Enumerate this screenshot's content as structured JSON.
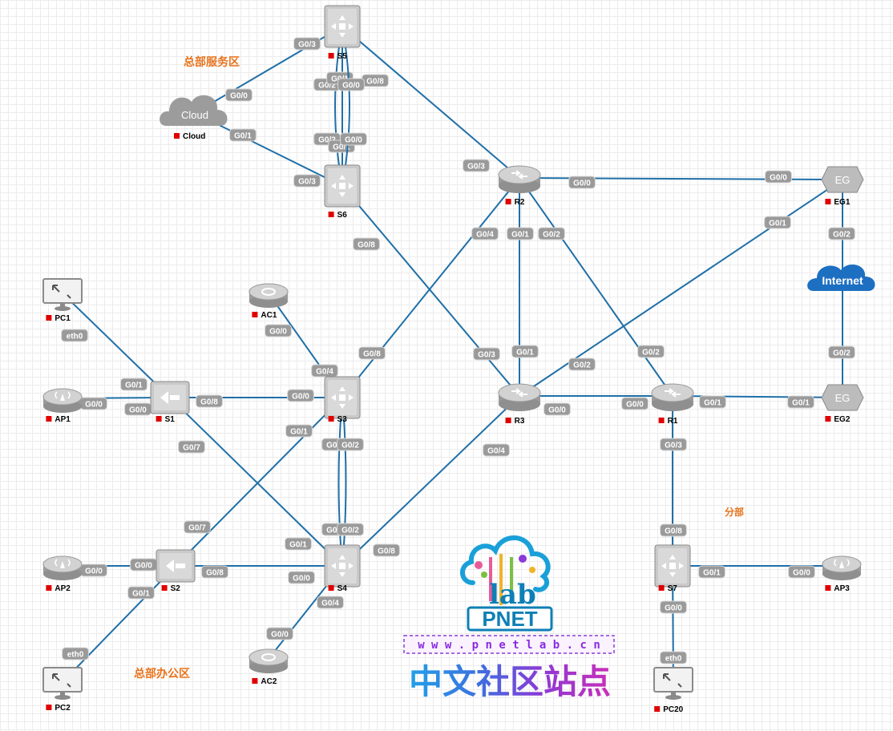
{
  "areas": {
    "hq_server": "总部服务区",
    "hq_office": "总部办公区",
    "branch": "分部"
  },
  "nodes": [
    {
      "id": "S5",
      "label": "S5",
      "type": "switch-l3"
    },
    {
      "id": "S6",
      "label": "S6",
      "type": "switch-l3"
    },
    {
      "id": "Cloud",
      "label": "Cloud",
      "type": "cloud",
      "text": "Cloud"
    },
    {
      "id": "R2",
      "label": "R2",
      "type": "router"
    },
    {
      "id": "R3",
      "label": "R3",
      "type": "router"
    },
    {
      "id": "R1",
      "label": "R1",
      "type": "router"
    },
    {
      "id": "EG1",
      "label": "EG1",
      "type": "gateway",
      "text": "EG"
    },
    {
      "id": "EG2",
      "label": "EG2",
      "type": "gateway",
      "text": "EG"
    },
    {
      "id": "Internet",
      "label": "",
      "type": "cloud-blue",
      "text": "Internet"
    },
    {
      "id": "PC1",
      "label": "PC1",
      "type": "pc"
    },
    {
      "id": "PC2",
      "label": "PC2",
      "type": "pc"
    },
    {
      "id": "PC20",
      "label": "PC20",
      "type": "pc"
    },
    {
      "id": "AP1",
      "label": "AP1",
      "type": "ap"
    },
    {
      "id": "AP2",
      "label": "AP2",
      "type": "ap"
    },
    {
      "id": "AP3",
      "label": "AP3",
      "type": "ap"
    },
    {
      "id": "AC1",
      "label": "AC1",
      "type": "ac"
    },
    {
      "id": "AC2",
      "label": "AC2",
      "type": "ac"
    },
    {
      "id": "S1",
      "label": "S1",
      "type": "switch-l2"
    },
    {
      "id": "S2",
      "label": "S2",
      "type": "switch-l2"
    },
    {
      "id": "S3",
      "label": "S3",
      "type": "switch-l3"
    },
    {
      "id": "S4",
      "label": "S4",
      "type": "switch-l3"
    },
    {
      "id": "S7",
      "label": "S7",
      "type": "switch-l3"
    }
  ],
  "links": [
    {
      "a": "Cloud",
      "a_port": "G0/0",
      "b": "S5",
      "b_port": "G0/3"
    },
    {
      "a": "Cloud",
      "a_port": "G0/1",
      "b": "S6",
      "b_port": "G0/3"
    },
    {
      "a": "S5",
      "a_port": "G0/8",
      "b": "R2",
      "b_port": "G0/3"
    },
    {
      "a": "S5",
      "a_port": "G0/2",
      "b": "S6",
      "b_port": "G0/2"
    },
    {
      "a": "S5",
      "a_port": "G0/1",
      "b": "S6",
      "b_port": "G0/1"
    },
    {
      "a": "S5",
      "a_port": "G0/0",
      "b": "S6",
      "b_port": "G0/0"
    },
    {
      "a": "S6",
      "a_port": "G0/8",
      "b": "R3",
      "b_port": "G0/3"
    },
    {
      "a": "R2",
      "a_port": "G0/0",
      "b": "EG1",
      "b_port": "G0/0"
    },
    {
      "a": "R2",
      "a_port": "G0/4",
      "b": "S3",
      "b_port": "G0/8"
    },
    {
      "a": "R2",
      "a_port": "G0/1",
      "b": "R3",
      "b_port": "G0/1"
    },
    {
      "a": "R2",
      "a_port": "G0/2",
      "b": "R1",
      "b_port": "G0/2"
    },
    {
      "a": "EG1",
      "a_port": "G0/1",
      "b": "R3",
      "b_port": "G0/2"
    },
    {
      "a": "EG1",
      "a_port": "G0/2",
      "b": "Internet",
      "b_port": ""
    },
    {
      "a": "Internet",
      "a_port": "",
      "b": "EG2",
      "b_port": "G0/2"
    },
    {
      "a": "R3",
      "a_port": "G0/0",
      "b": "R1",
      "b_port": "G0/0"
    },
    {
      "a": "R3",
      "a_port": "G0/4",
      "b": "S4",
      "b_port": "G0/8"
    },
    {
      "a": "R1",
      "a_port": "G0/1",
      "b": "EG2",
      "b_port": "G0/1"
    },
    {
      "a": "R1",
      "a_port": "G0/3",
      "b": "S7",
      "b_port": "G0/8"
    },
    {
      "a": "S7",
      "a_port": "G0/1",
      "b": "AP3",
      "b_port": "G0/0"
    },
    {
      "a": "S7",
      "a_port": "G0/0",
      "b": "PC20",
      "b_port": "eth0"
    },
    {
      "a": "PC1",
      "a_port": "eth0",
      "b": "S1",
      "b_port": "G0/1"
    },
    {
      "a": "AP1",
      "a_port": "G0/0",
      "b": "S1",
      "b_port": "G0/0"
    },
    {
      "a": "S1",
      "a_port": "G0/8",
      "b": "S3",
      "b_port": "G0/0"
    },
    {
      "a": "S1",
      "a_port": "G0/7",
      "b": "S4",
      "b_port": "G0/1"
    },
    {
      "a": "AC1",
      "a_port": "G0/0",
      "b": "S3",
      "b_port": "G0/4"
    },
    {
      "a": "S3",
      "a_port": "G0/1",
      "b": "S2",
      "b_port": "G0/7"
    },
    {
      "a": "S3",
      "a_port": "G0/3",
      "b": "S4",
      "b_port": "G0/3"
    },
    {
      "a": "S3",
      "a_port": "G0/2",
      "b": "S4",
      "b_port": "G0/2"
    },
    {
      "a": "AP2",
      "a_port": "G0/0",
      "b": "S2",
      "b_port": "G0/0"
    },
    {
      "a": "S2",
      "a_port": "G0/8",
      "b": "S4",
      "b_port": "G0/0"
    },
    {
      "a": "S2",
      "a_port": "G0/1",
      "b": "PC2",
      "b_port": "eth0"
    },
    {
      "a": "AC2",
      "a_port": "G0/0",
      "b": "S4",
      "b_port": "G0/4"
    }
  ],
  "watermark": {
    "logo_lab": "lab",
    "logo_brand": "PNET",
    "url": "w w w . p n e t l a b . c n",
    "site_cn": "中文社区站点"
  },
  "colors": {
    "link": "#1f6fa8",
    "port_badge": "#9a9a9a",
    "status": "#e00000",
    "area_label": "#e8731c",
    "internet": "#1d6fc2",
    "brand": "#0e7fb6"
  }
}
